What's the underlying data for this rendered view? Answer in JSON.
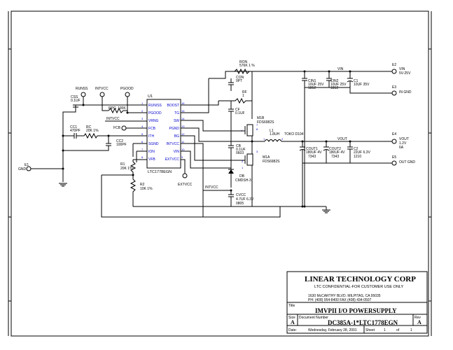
{
  "title_block": {
    "company": "LINEAR TECHNOLOGY CORP",
    "confidential": "LTC CONFIDENTIAL-FOR CUSTOMER USE ONLY",
    "address_1": "1630 McCARTHY BLVD. MILPITAS, CA 95035",
    "address_2": "PH: (408) 954-8400  FAX (408) 434-0507",
    "title_label": "Title",
    "title": "IMVPII I/O POWERSUPPLY",
    "size_label": "Size",
    "size": "A",
    "docnum_label": "Document Number",
    "docnum": "DC385A-1*LTC1778EGN",
    "rev_label": "Rev",
    "rev": "A",
    "date_label": "Date:",
    "date": "Wednesday, February 28, 2001",
    "sheet_label": "Sheet",
    "sheet_num": "1",
    "sheet_of": "of",
    "sheet_total": "1"
  },
  "ic": {
    "ref": "U1",
    "part": "LTC1778EGN",
    "pins_left": [
      {
        "num": "1",
        "name": "RUN/SS"
      },
      {
        "num": "2",
        "name": "PGOOD"
      },
      {
        "num": "3",
        "name": "VRNG"
      },
      {
        "num": "4",
        "name": "FCB"
      },
      {
        "num": "5",
        "name": "ITH"
      },
      {
        "num": "6",
        "name": "SGND"
      },
      {
        "num": "7",
        "name": "ION"
      },
      {
        "num": "8",
        "name": "VFB"
      }
    ],
    "pins_right": [
      {
        "num": "16",
        "name": "BOOST"
      },
      {
        "num": "15",
        "name": "TG"
      },
      {
        "num": "14",
        "name": "SW"
      },
      {
        "num": "13",
        "name": "PGND"
      },
      {
        "num": "12",
        "name": "BG"
      },
      {
        "num": "11",
        "name": "INTVCC"
      },
      {
        "num": "10",
        "name": "VIN"
      },
      {
        "num": "9",
        "name": "EXTVCC"
      }
    ]
  },
  "components": {
    "css": {
      "ref": "CSS",
      "value": "0.1UF"
    },
    "runss": "RUNSS",
    "intvcc_top": "INTVCC",
    "pgood_top": "PGOOD",
    "rpg": {
      "ref": "RPG",
      "value": "100K"
    },
    "intvcc_mid": "INTVCC",
    "fcb": "FCB",
    "cc1": {
      "ref": "CC1",
      "value": "470PF"
    },
    "rc": {
      "ref": "RC",
      "value": "20K 1%"
    },
    "cc2": {
      "ref": "CC2",
      "value": "100PF"
    },
    "r1": {
      "ref": "R1",
      "value": "20K 1%"
    },
    "r2": {
      "ref": "R2",
      "value": "10K 1%"
    },
    "extvcc": "EXTVCC",
    "intvcc_bot": "INTVCC",
    "e1": {
      "ref": "E1",
      "label": "GND"
    },
    "ron": {
      "ref": "RON",
      "value": "576K 1 %"
    },
    "con": {
      "ref": "CON",
      "value": "0PT"
    },
    "rf": {
      "ref": "RF",
      "value": "1"
    },
    "cf": {
      "ref": "CF",
      "value": "0.1UF"
    },
    "m1b": {
      "ref": "M1B",
      "value": "FDS6982S"
    },
    "cb": {
      "ref": "CB",
      "value": "0.1UF",
      "pkg": "0603"
    },
    "m1a": {
      "ref": "M1A",
      "value": "FDS6982S"
    },
    "db": {
      "ref": "DB",
      "value": "CMDSH-3"
    },
    "cvcc": {
      "ref": "CVCC",
      "value": "4.7UF 6.3V",
      "pkg": "0805"
    },
    "l1": {
      "ref": "L1",
      "value": "1.8UH",
      "part": "TOKO D104"
    },
    "cin1": {
      "ref": "CIN1",
      "value": "10UF 25V",
      "pkg": "1812"
    },
    "cin2": {
      "ref": "CIN2",
      "value": "10UF 25V",
      "pkg": "1812"
    },
    "c1": {
      "ref": "C1",
      "value": "10UF 35V"
    },
    "vin_net": "VIN",
    "cout1": {
      "ref": "COUT1",
      "value": "180UF 4V",
      "pkg": "7343"
    },
    "cout2": {
      "ref": "COUT2",
      "value": "180UF 4V",
      "pkg": "7343"
    },
    "c2": {
      "ref": "C2",
      "value": "22UF 6.3V",
      "pkg": "1210"
    },
    "vout_net": "VOUT",
    "e2": {
      "ref": "E2",
      "l1": "VIN",
      "l2": "5V-25V"
    },
    "e3": {
      "ref": "E3",
      "l1": "IN GND"
    },
    "e4": {
      "ref": "E4",
      "l1": "VOUT",
      "l2": "1.2V",
      "l3": "6A"
    },
    "e5": {
      "ref": "E5",
      "l1": "OUT GND"
    },
    "pin_nums": {
      "m1b_g": "4",
      "m1b_d1": "7",
      "m1b_d2": "8",
      "m1a_g": "2",
      "m1a_s": "1",
      "m1a_d": "3",
      "l1_a": "1",
      "l1_b": "2"
    }
  }
}
